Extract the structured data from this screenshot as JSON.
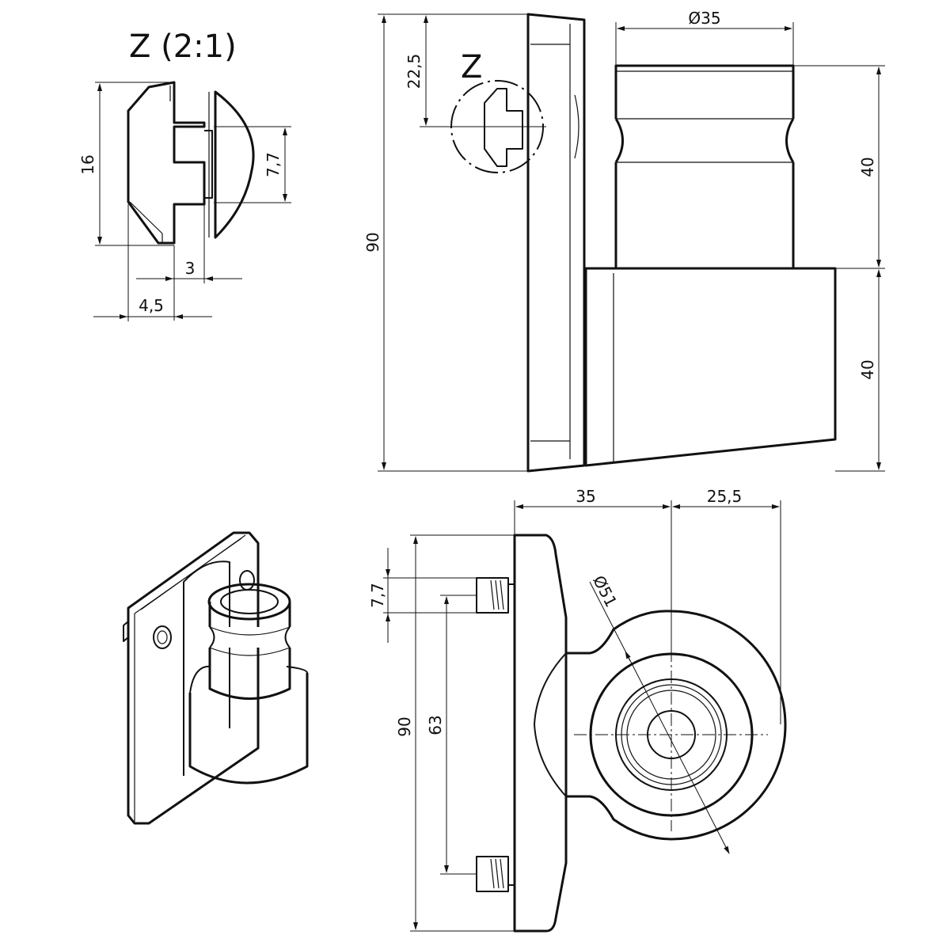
{
  "detail": {
    "title": "Z  (2:1)",
    "dims": {
      "height": "16",
      "boss": "7,7",
      "gap": "3",
      "depth": "4,5"
    }
  },
  "side_view": {
    "detail_marker": "Z",
    "dims": {
      "total_height": "90",
      "detail_offset": "22,5",
      "diameter": "Ø35",
      "upper": "40",
      "lower": "40"
    }
  },
  "front_view": {
    "dims": {
      "width_left": "35",
      "width_right": "25,5",
      "diameter": "Ø51",
      "pin": "7,7",
      "total_height": "90",
      "hole_spacing": "63"
    }
  }
}
